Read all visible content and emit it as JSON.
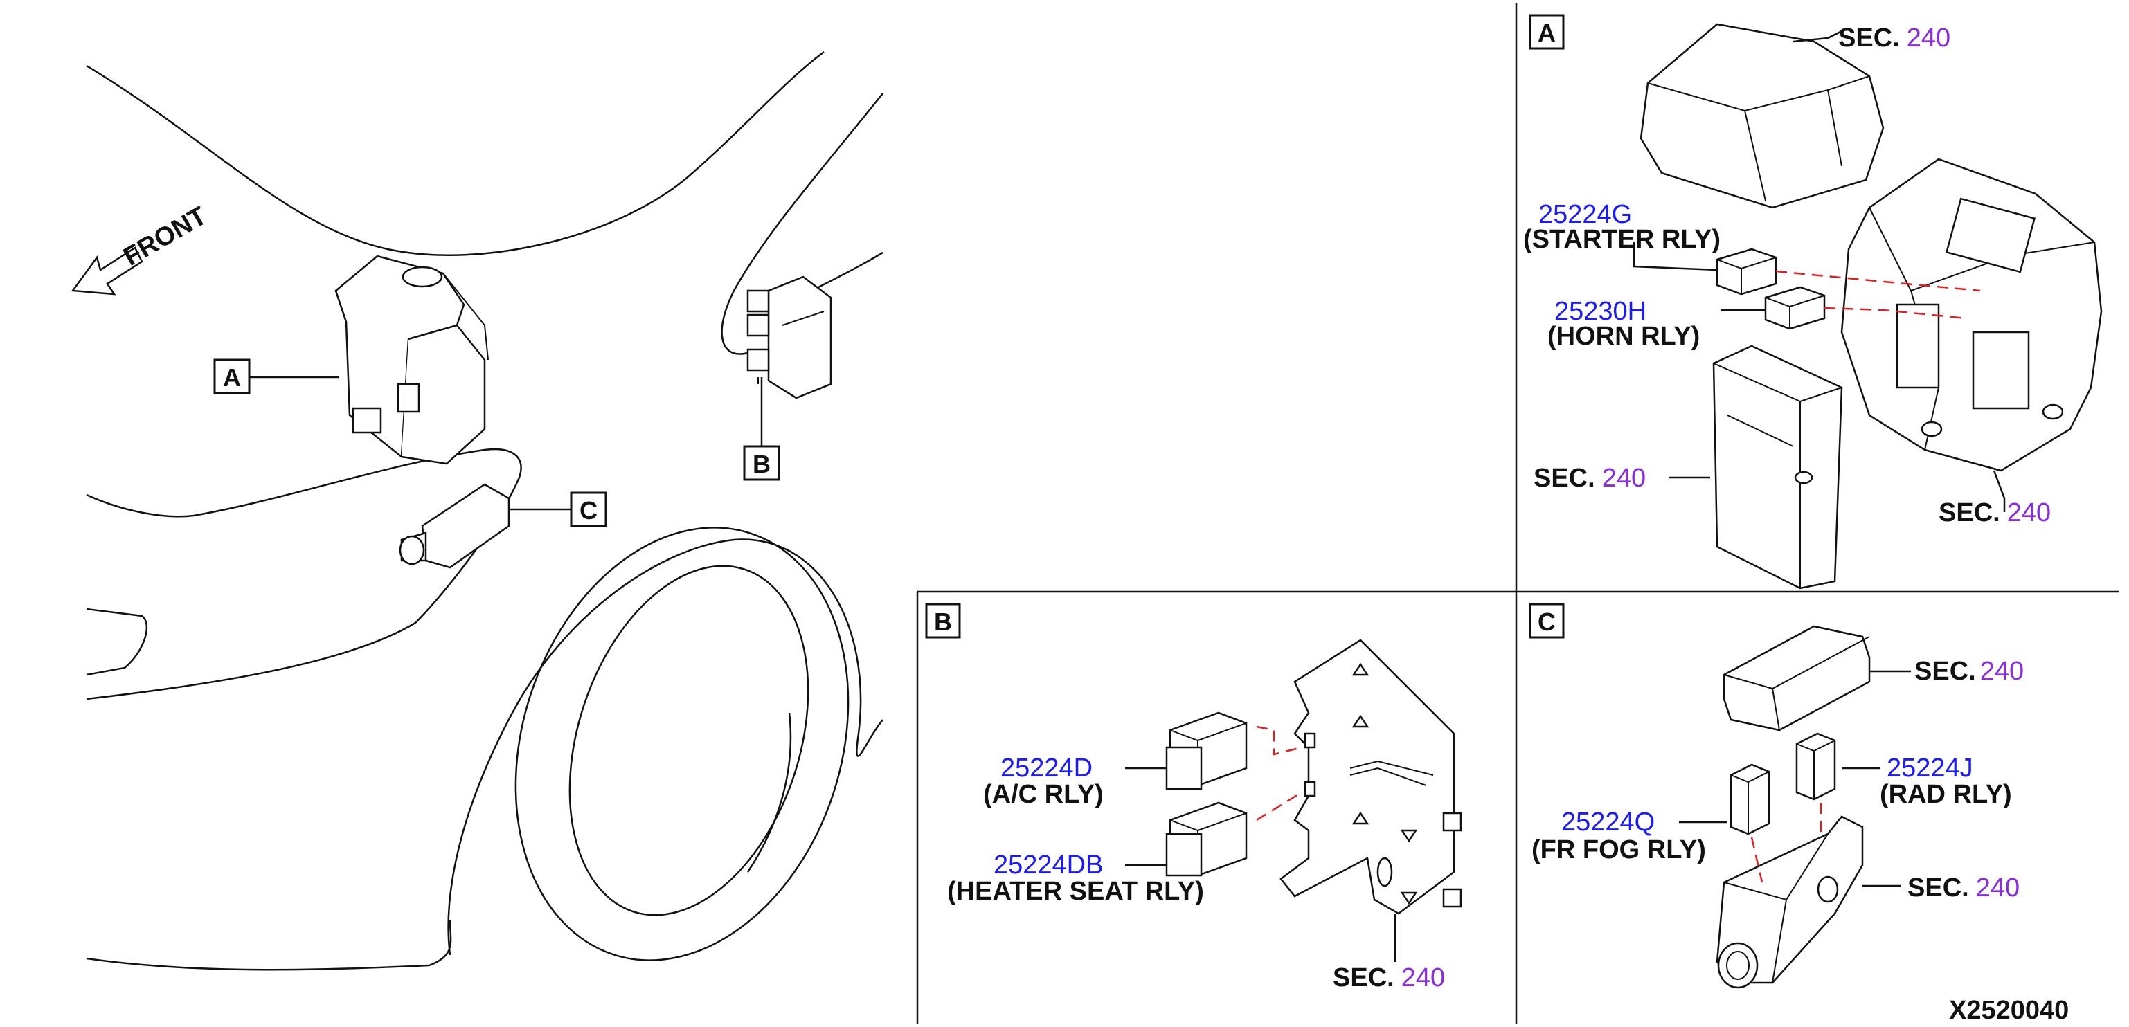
{
  "diagram_code": "X2520040",
  "front_label": "FRONT",
  "callouts": {
    "A": "A",
    "B": "B",
    "C": "C"
  },
  "sec_prefix": "SEC.",
  "sec_number": "240",
  "panel_A": {
    "box": "A",
    "parts": [
      {
        "number": "25224G",
        "name": "(STARTER RLY)"
      },
      {
        "number": "25230H",
        "name": "(HORN RLY)"
      }
    ]
  },
  "panel_B": {
    "box": "B",
    "parts": [
      {
        "number": "25224D",
        "name": "(A/C RLY)"
      },
      {
        "number": "25224DB",
        "name": "(HEATER SEAT RLY)"
      }
    ]
  },
  "panel_C": {
    "box": "C",
    "parts": [
      {
        "number": "25224J",
        "name": "(RAD RLY)"
      },
      {
        "number": "25224Q",
        "name": "(FR FOG RLY)"
      }
    ]
  },
  "colors": {
    "part_number": "#1a1aff",
    "section_number": "#8a2be2",
    "leader_dash": "#e02020",
    "line": "#111111"
  }
}
